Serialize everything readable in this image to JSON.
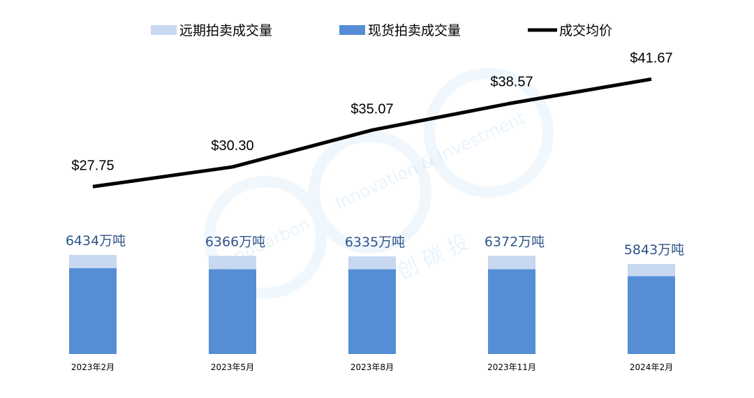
{
  "chart_data": {
    "type": "bar",
    "categories": [
      "2023年2月",
      "2023年5月",
      "2023年8月",
      "2023年11月",
      "2024年2月"
    ],
    "series": [
      {
        "name": "远期拍卖成交量",
        "type": "bar",
        "stack": "volume",
        "color": "#c7d8f0",
        "values": [
          6434,
          6366,
          6335,
          6372,
          5843
        ]
      },
      {
        "name": "现货拍卖成交量",
        "type": "bar",
        "stack": "volume",
        "color": "#558ed5",
        "values": [
          5570,
          5500,
          5500,
          5500,
          5050
        ]
      },
      {
        "name": "成交均价",
        "type": "line",
        "color": "#000000",
        "values": [
          27.75,
          30.3,
          35.07,
          38.57,
          41.67
        ]
      }
    ],
    "volume_labels": [
      "6434万吨",
      "6366万吨",
      "6335万吨",
      "6372万吨",
      "5843万吨"
    ],
    "price_labels": [
      "$27.75",
      "$30.30",
      "$35.07",
      "$38.57",
      "$41.67"
    ],
    "legend_position": "top",
    "grid": false
  },
  "watermark": {
    "text_en": "InnoCarbon Innovation & Investment",
    "text_cn": "创 碳 投",
    "color": "#5aa5e6"
  }
}
